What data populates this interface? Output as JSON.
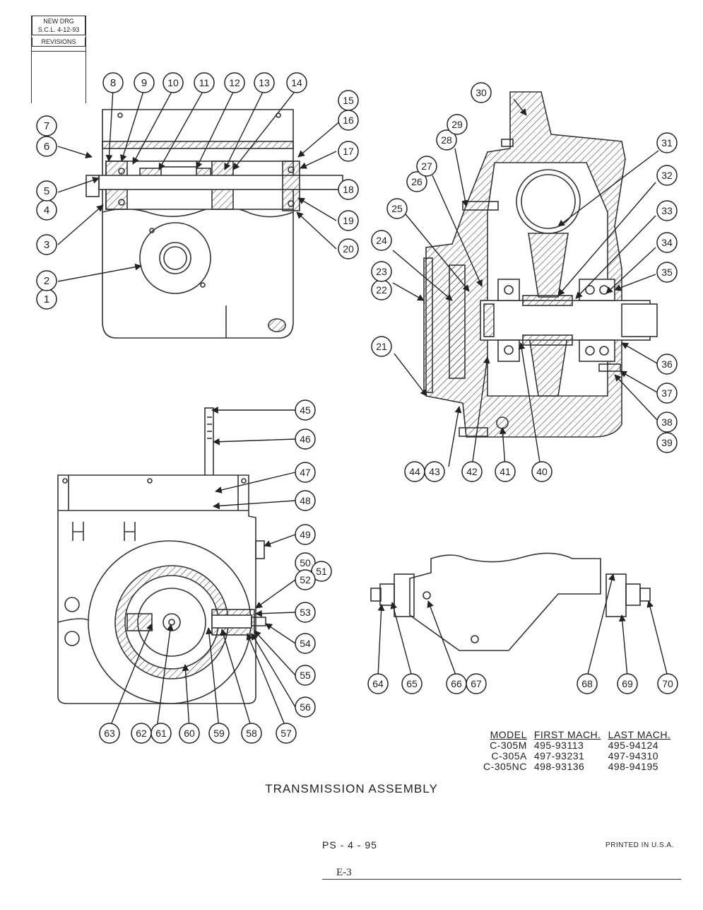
{
  "stamp": {
    "line1": "NEW DRG",
    "line2": "S.C.L. 4-12-93",
    "revisions": "REVISIONS"
  },
  "balloons": [
    "1",
    "2",
    "3",
    "4",
    "5",
    "6",
    "7",
    "8",
    "9",
    "10",
    "11",
    "12",
    "13",
    "14",
    "15",
    "16",
    "17",
    "18",
    "19",
    "20",
    "21",
    "22",
    "23",
    "24",
    "25",
    "26",
    "27",
    "28",
    "29",
    "30",
    "31",
    "32",
    "33",
    "34",
    "35",
    "36",
    "37",
    "38",
    "39",
    "40",
    "41",
    "42",
    "43",
    "44",
    "45",
    "46",
    "47",
    "48",
    "49",
    "50",
    "51",
    "52",
    "53",
    "54",
    "55",
    "56",
    "57",
    "58",
    "59",
    "60",
    "61",
    "62",
    "63",
    "64",
    "65",
    "66",
    "67",
    "68",
    "69",
    "70"
  ],
  "models_table": {
    "headers": [
      "MODEL",
      "FIRST MACH.",
      "LAST MACH."
    ],
    "rows": [
      [
        "C-305M",
        "495-93113",
        "495-94124"
      ],
      [
        "C-305A",
        "497-93231",
        "497-94310"
      ],
      [
        "C-305NC",
        "498-93136",
        "498-94195"
      ]
    ]
  },
  "title": "TRANSMISSION ASSEMBLY",
  "doc_code": "PS - 4 - 95",
  "printed": "PRINTED IN U.S.A.",
  "page_number": "E-3"
}
